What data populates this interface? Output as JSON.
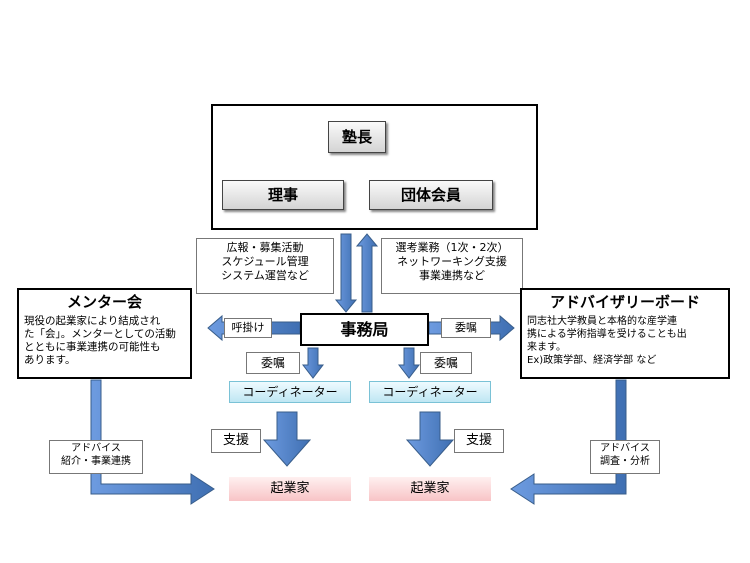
{
  "top": {
    "jukucho": "塾長",
    "riji": "理事",
    "dantai": "団体会員"
  },
  "down_label": [
    "広報・募集活動",
    "スケジュール管理",
    "システム運営など"
  ],
  "up_label": [
    "選考業務（1次・2次）",
    "ネットワーキング支援",
    "事業連携など"
  ],
  "jimukyoku": "事務局",
  "yobikake": "呼掛け",
  "ishoku_right": "委嘱",
  "ishoku_left": "委嘱",
  "ishoku_center": "委嘱",
  "mentor": {
    "title": "メンター会",
    "body": [
      "現役の起業家により結成され",
      "た「会」。メンターとしての活動",
      "とともに事業連携の可能性も",
      "あります。"
    ]
  },
  "advisory": {
    "title": "アドバイザリーボード",
    "body": [
      "同志社大学教員と本格的な産学連",
      "携による学術指導を受けることも出",
      "来ます。",
      "Ex)政策学部、経済学部 など"
    ]
  },
  "coordinator_left": "コーディネーター",
  "coordinator_right": "コーディネーター",
  "shien_left": "支援",
  "shien_right": "支援",
  "kigyoka_left": "起業家",
  "kigyoka_right": "起業家",
  "advice_left": [
    "アドバイス",
    "紹介・事業連携"
  ],
  "advice_right": [
    "アドバイス",
    "調査・分析"
  ],
  "colors": {
    "arrow_fill": "#4f81bd",
    "arrow_stroke": "#385d8a",
    "coordinator": "#bfe7f3",
    "entrepreneur": "#f8c4c6"
  }
}
